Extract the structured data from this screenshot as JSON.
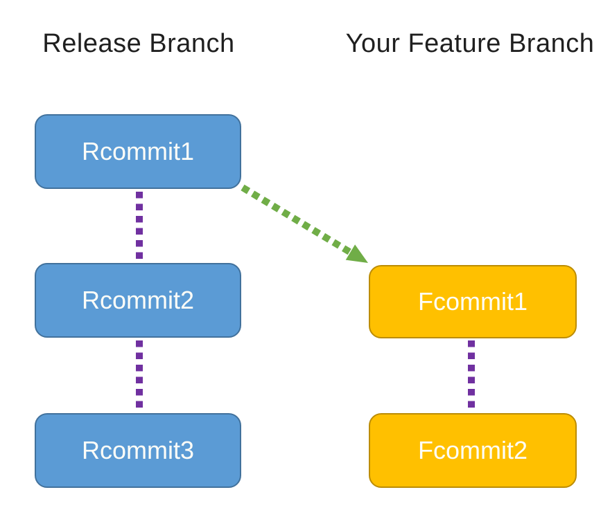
{
  "diagram": {
    "left_column_title": "Release Branch",
    "right_column_title": "Your Feature Branch"
  },
  "nodes": {
    "rcommit1": {
      "label": "Rcommit1",
      "fill": "#5B9BD5",
      "border": "#41719C",
      "text_color": "#FFFFFF"
    },
    "rcommit2": {
      "label": "Rcommit2",
      "fill": "#5B9BD5",
      "border": "#41719C",
      "text_color": "#FFFFFF"
    },
    "rcommit3": {
      "label": "Rcommit3",
      "fill": "#5B9BD5",
      "border": "#41719C",
      "text_color": "#FFFFFF"
    },
    "fcommit1": {
      "label": "Fcommit1",
      "fill": "#FFC000",
      "border": "#BC8C00",
      "text_color": "#FFFFFF"
    },
    "fcommit2": {
      "label": "Fcommit2",
      "fill": "#FFC000",
      "border": "#BC8C00",
      "text_color": "#FFFFFF"
    }
  },
  "connectors": {
    "purple_dash_color": "#7030A0",
    "green_arrow_color": "#70AD47",
    "links": [
      {
        "from": "Rcommit1",
        "to": "Rcommit2",
        "style": "purple-square-dashed"
      },
      {
        "from": "Rcommit2",
        "to": "Rcommit3",
        "style": "purple-square-dashed"
      },
      {
        "from": "Fcommit1",
        "to": "Fcommit2",
        "style": "purple-square-dashed"
      },
      {
        "from": "Rcommit1",
        "to": "Fcommit1",
        "style": "green-square-dashed-arrow"
      }
    ]
  }
}
